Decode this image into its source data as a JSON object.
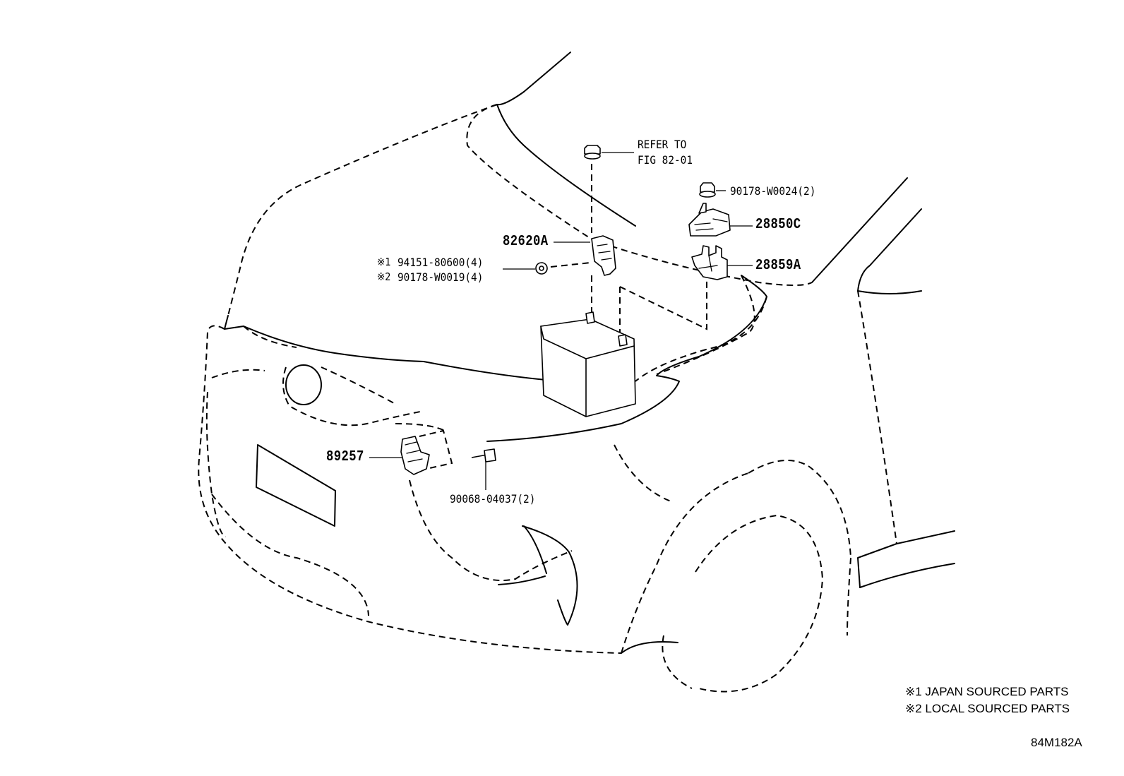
{
  "callouts": {
    "refer_line1": "REFER TO",
    "refer_line2": "FIG 82-01",
    "p_90178_w0024": "90178-W0024(2)",
    "p_28850c": "28850C",
    "p_28859a": "28859A",
    "p_82620a": "82620A",
    "p_94151_80600": "94151-80600(4)",
    "p_90178_w0019": "90178-W0019(4)",
    "mark1": "※1",
    "mark2": "※2",
    "p_89257": "89257",
    "p_90068_04037": "90068-04037(2)"
  },
  "notes": {
    "note1": "※1 JAPAN SOURCED PARTS",
    "note2": "※2 LOCAL SOURCED PARTS"
  },
  "illustration_code": "84M182A"
}
